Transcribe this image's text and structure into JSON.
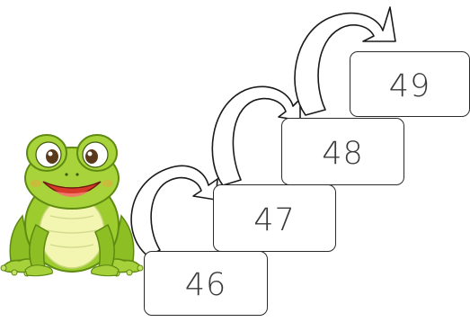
{
  "number_line": {
    "boxes": [
      {
        "label": "46"
      },
      {
        "label": "47"
      },
      {
        "label": "48"
      },
      {
        "label": "49"
      }
    ],
    "jump_arrows": 3
  },
  "character": {
    "icon": "frog-icon",
    "body_color": "#9ccc2e",
    "belly_color": "#f2f6b0",
    "mouth_color": "#d83a2a"
  },
  "colors": {
    "arrow_stroke": "#1a1a1a",
    "box_border": "#2a2a2a",
    "number_text": "#3a3a3a"
  }
}
